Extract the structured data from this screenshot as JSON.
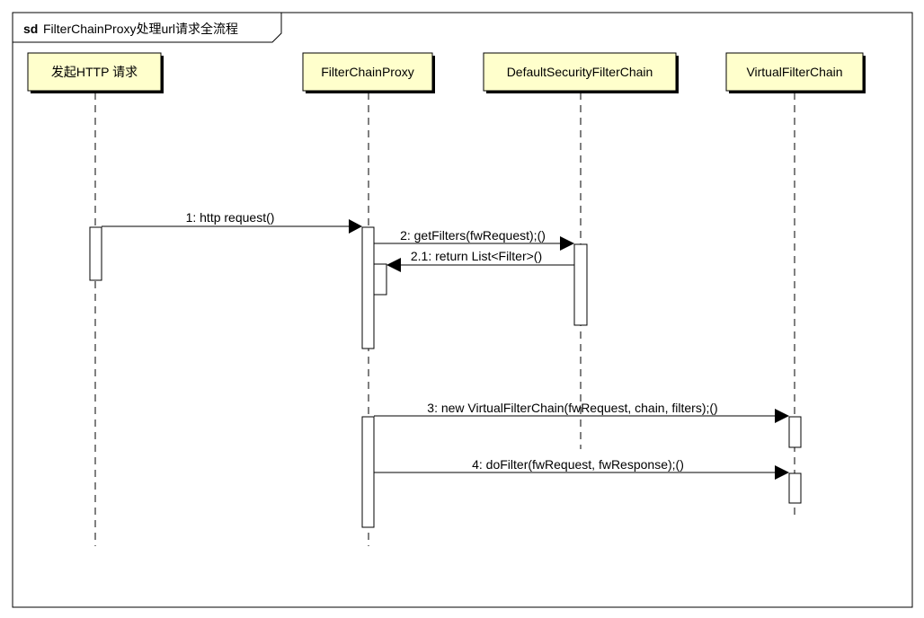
{
  "frame": {
    "keyword": "sd",
    "title": "FilterChainProxy处理url请求全流程"
  },
  "colors": {
    "lifeline_fill": "#ffffcc",
    "line": "#000000",
    "background": "#ffffff"
  },
  "lifelines": [
    {
      "id": "client",
      "label": "发起HTTP 请求"
    },
    {
      "id": "proxy",
      "label": "FilterChainProxy"
    },
    {
      "id": "default_chain",
      "label": "DefaultSecurityFilterChain"
    },
    {
      "id": "virtual_chain",
      "label": "VirtualFilterChain"
    }
  ],
  "messages": [
    {
      "label": "1: http request()",
      "from": "client",
      "to": "proxy",
      "kind": "call"
    },
    {
      "label": "2: getFilters(fwRequest);()",
      "from": "proxy",
      "to": "default_chain",
      "kind": "call"
    },
    {
      "label": "2.1: return List<Filter>()",
      "from": "default_chain",
      "to": "proxy",
      "kind": "return"
    },
    {
      "label": "3: new VirtualFilterChain(fwRequest, chain, filters);()",
      "from": "proxy",
      "to": "virtual_chain",
      "kind": "call"
    },
    {
      "label": "4: doFilter(fwRequest, fwResponse);()",
      "from": "proxy",
      "to": "virtual_chain",
      "kind": "call"
    }
  ]
}
